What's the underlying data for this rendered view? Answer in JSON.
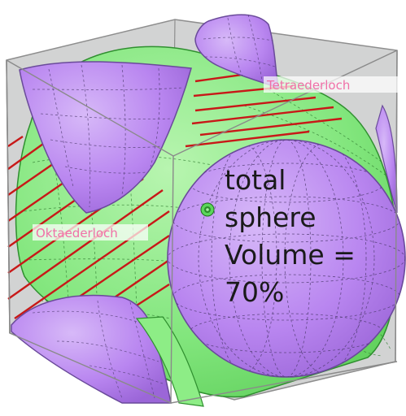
{
  "labels": {
    "tetra": "Tetraederloch",
    "okta": "Oktaederloch"
  },
  "caption": {
    "line1": "total",
    "line2": "sphere",
    "line3": "Volume =",
    "line4": "70%"
  },
  "colors": {
    "cube_face": "#cfd0d0",
    "cube_edge": "#909090",
    "green_sphere": "#7fe57f",
    "green_edge": "#2f8f2f",
    "purple_sphere": "#bb88f2",
    "purple_edge": "#6a4a9a",
    "hatch": "#c81818",
    "label_text": "#f070a8",
    "caption_text": "#1a1a1a"
  }
}
